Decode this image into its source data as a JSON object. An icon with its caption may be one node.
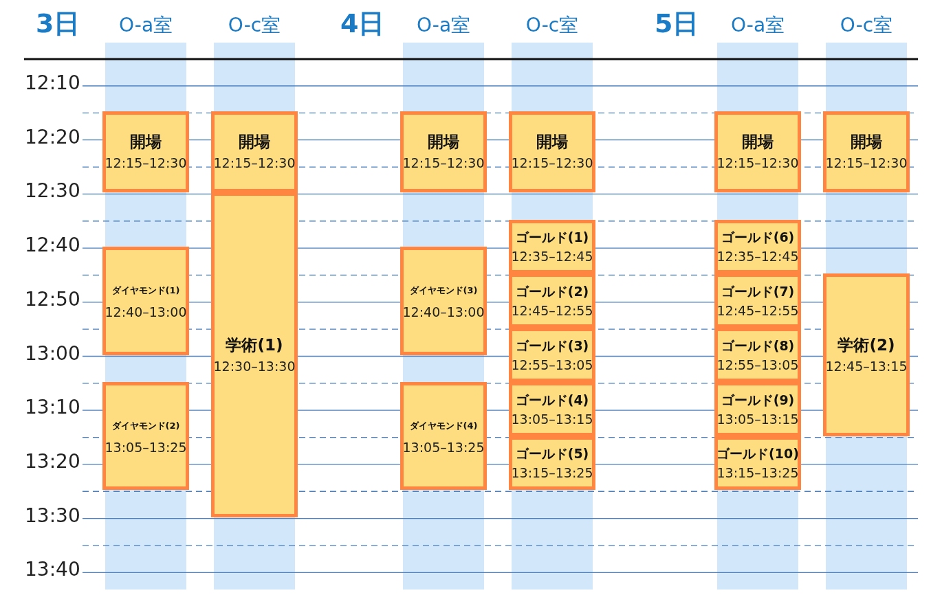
{
  "diagram": {
    "nodes": [
      {
        "text": [
          "開場",
          "12:15–12:30"
        ]
      },
      {
        "text": [
          "ダイヤモンド(1)",
          "12:40–13:00"
        ]
      },
      {
        "text": [
          "ダイヤモンド(2)",
          "13:05–13:25"
        ]
      },
      {
        "text": [
          "開場",
          "12:15–12:30"
        ]
      },
      {
        "text": [
          "学術(1)",
          "12:30–13:30"
        ]
      },
      {
        "text": [
          "開場",
          "12:15–12:30"
        ]
      },
      {
        "text": [
          "ダイヤモンド(3)",
          "12:40–13:00"
        ]
      },
      {
        "text": [
          "ダイヤモンド(4)",
          "13:05–13:25"
        ]
      },
      {
        "text": [
          "開場",
          "12:15–12:30"
        ]
      },
      {
        "text": [
          "ゴールド(1)",
          "12:35–12:45"
        ]
      },
      {
        "text": [
          "ゴールド(2)",
          "12:45–12:55"
        ]
      },
      {
        "text": [
          "ゴールド(3)",
          "12:55–13:05"
        ]
      },
      {
        "text": [
          "ゴールド(4)",
          "13:05–13:15"
        ]
      },
      {
        "text": [
          "ゴールド(5)",
          "13:15–13:25"
        ]
      },
      {
        "text": [
          "開場",
          "12:15–12:30"
        ]
      },
      {
        "text": [
          "ゴールド(6)",
          "12:35–12:45"
        ]
      },
      {
        "text": [
          "ゴールド(7)",
          "12:45–12:55"
        ]
      },
      {
        "text": [
          "ゴールド(8)",
          "12:55–13:05"
        ]
      },
      {
        "text": [
          "ゴールド(9)",
          "13:05–13:15"
        ]
      },
      {
        "text": [
          "ゴールド(10)",
          "13:15–13:25"
        ]
      },
      {
        "text": [
          "開場",
          "12:15–12:30"
        ]
      },
      {
        "text": [
          "学術(2)",
          "12:45–13:15"
        ]
      }
    ],
    "labels": [
      "3日",
      "O-a室",
      "O-c室",
      "4日",
      "O-a室",
      "O-c室",
      "5日",
      "O-a室",
      "O-c室",
      "12:10",
      "12:20",
      "12:30",
      "12:40",
      "12:50",
      "13:00",
      "13:10",
      "13:20",
      "13:30",
      "13:40"
    ]
  }
}
